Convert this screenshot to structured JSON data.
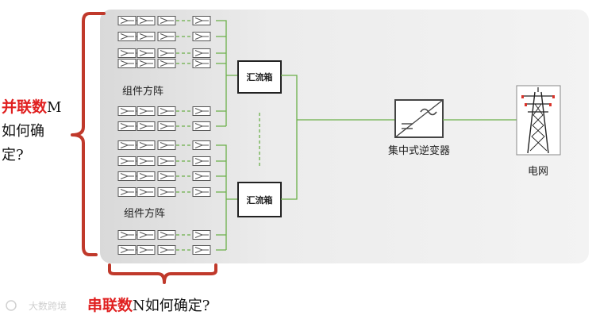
{
  "labels": {
    "array_top": "组件方阵",
    "array_bottom": "组件方阵",
    "combiner_top": "汇流箱",
    "combiner_bottom": "汇流箱",
    "inverter": "集中式逆变器",
    "grid": "电网"
  },
  "questions": {
    "parallel_red": "并联数",
    "parallel_rest_1": "M",
    "parallel_rest_2": "如何确",
    "parallel_rest_3": "定?",
    "series_red": "串联数",
    "series_rest": "N如何确定?"
  },
  "watermark": "大数跨境",
  "colors": {
    "wire": "#6bb04a",
    "brace": "#c0392b",
    "question_red": "#e02020",
    "panel": "#e6e6e6"
  }
}
